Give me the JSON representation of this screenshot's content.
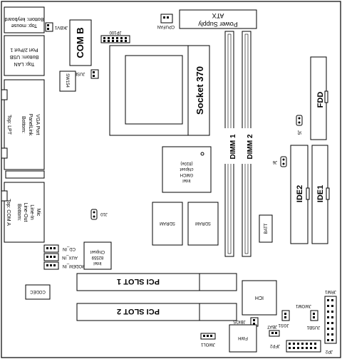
{
  "board": {
    "atx_power": "Power Supply",
    "atx": "ATX",
    "cpufan": "CPUFAN",
    "jp100": "JP100",
    "com_b": "COM B",
    "jkbv1": "JKBV1",
    "jusbv1": "JUSBV1",
    "sw": "SW",
    "sw_num": "154",
    "kb_top": "Top: mouse",
    "kb_bottom": "Bottom: keyboard",
    "lan_top": "Top: LAN",
    "lan_mid": "Bottom: USB",
    "lan_bottom": "Port 2/Port 1",
    "lpt_top": "Top: LPT",
    "lpt_mid": "Bottom:",
    "lpt_mid2": "PanelLink",
    "lpt_bottom": "VGA Port",
    "com_top": "Top: COM A",
    "com_mid": "Bottom:",
    "com_line1": "Line-Out",
    "com_line2": "Line-In",
    "com_line3": "Mic",
    "socket": "Socket 370",
    "dimm1": "DIMM 1",
    "dimm2": "DIMM 2",
    "fdd": "FDD",
    "j5": "J5",
    "j6": "J6",
    "gmch_1": "Intel",
    "gmch_2": "GMCH",
    "gmch_3": "chipset",
    "gmch_4": "(810e)",
    "sdram": "SDRAM",
    "j10": "J10",
    "batt": "BATT",
    "ide1": "IDE1",
    "ide2": "IDE2",
    "cd_in": "CD_IN",
    "aux_in": "AUX_IN",
    "modem_in": "MODEM_IN",
    "chip_1": "Intel",
    "chip_2": "82559",
    "chip_3": "Chipset",
    "codec": "CODEC",
    "pci1": "PCI SLOT 1",
    "pci2": "PCI SLOT 2",
    "ich": "ICH",
    "jrm1": "JRM1",
    "jwom1": "JWOM1",
    "jusb1": "JUSB1",
    "jgs1": "JGS1",
    "jbios": "JBIOS",
    "jbat": "JBAT",
    "fwh": "FWH",
    "jfp2": "JFP2",
    "jp2": "JP2",
    "jwol1": "JWOL1"
  }
}
